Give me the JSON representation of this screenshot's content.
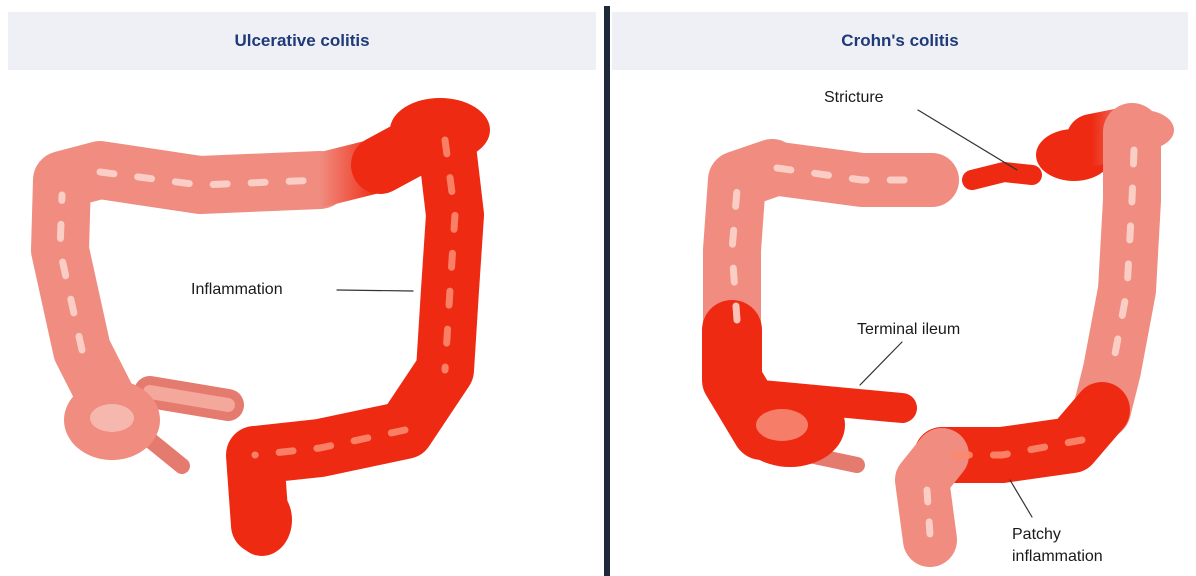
{
  "panels": {
    "left": {
      "title": "Ulcerative colitis",
      "labels": {
        "inflammation": "Inflammation"
      }
    },
    "right": {
      "title": "Crohn's colitis",
      "labels": {
        "stricture": "Stricture",
        "terminal_ileum": "Terminal ileum",
        "patchy_inflammation": "Patchy\ninflammation"
      }
    }
  },
  "colors": {
    "healthy": "#f08c80",
    "inflamed": "#ee2a12",
    "header_bg": "#eef0f5",
    "title_text": "#1e3a78",
    "divider": "#1e2a3a"
  }
}
